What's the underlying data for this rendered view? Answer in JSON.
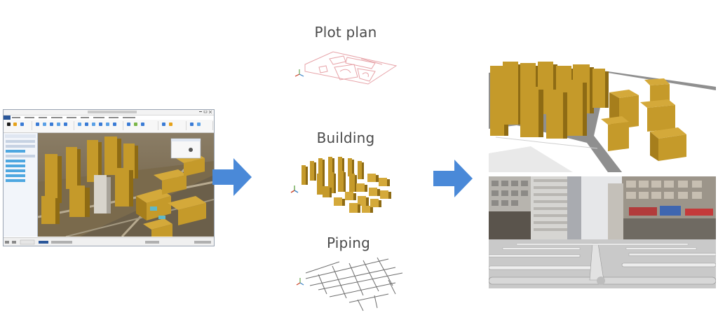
{
  "labels": {
    "plot_plan": "Plot plan",
    "building": "Building",
    "piping": "Piping"
  },
  "colors": {
    "arrow": "#4a89d8",
    "building_fill": "#c59a2a",
    "building_shade": "#8e6b14",
    "plot_line": "#e7a3a8",
    "pipe_line": "#6e6e6e",
    "ribbon_accent": "#2b579a",
    "panel_highlight": "#4ea7e0"
  },
  "icons": {
    "arrow_1": "right-arrow-icon",
    "arrow_2": "right-arrow-icon",
    "axis_1": "axis-triad-icon",
    "axis_2": "axis-triad-icon",
    "axis_3": "axis-triad-icon"
  }
}
